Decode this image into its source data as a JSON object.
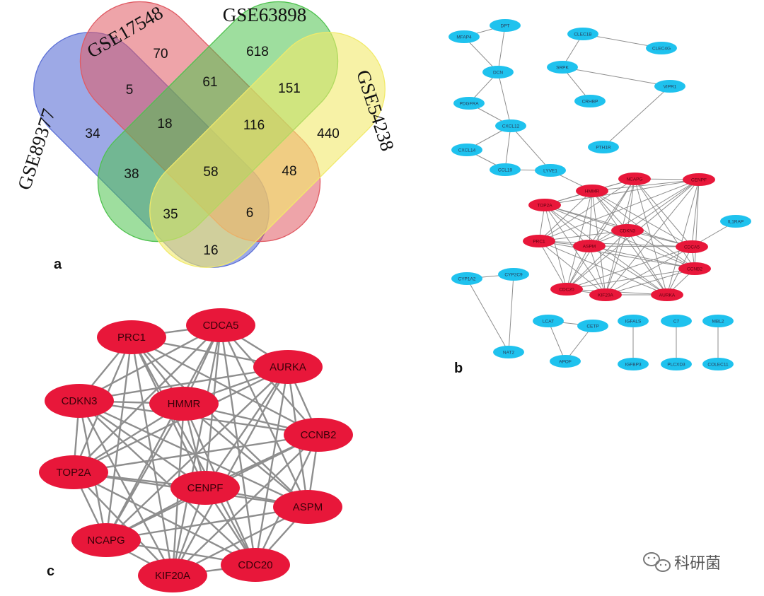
{
  "venn": {
    "panel_label": "a",
    "sets": [
      {
        "name": "GSE89377",
        "color": "#5b6fd6"
      },
      {
        "name": "GSE17548",
        "color": "#e05a63"
      },
      {
        "name": "GSE63898",
        "color": "#4fc24f"
      },
      {
        "name": "GSE54238",
        "color": "#f1ea6a"
      }
    ],
    "regions": [
      {
        "sets": [
          "GSE17548"
        ],
        "count": 70
      },
      {
        "sets": [
          "GSE63898"
        ],
        "count": 618
      },
      {
        "sets": [
          "GSE89377",
          "GSE17548"
        ],
        "count": 5
      },
      {
        "sets": [
          "GSE17548",
          "GSE63898"
        ],
        "count": 61
      },
      {
        "sets": [
          "GSE63898",
          "GSE54238"
        ],
        "count": 151
      },
      {
        "sets": [
          "GSE89377"
        ],
        "count": 34
      },
      {
        "sets": [
          "GSE89377",
          "GSE17548",
          "GSE63898"
        ],
        "count": 18
      },
      {
        "sets": [
          "GSE17548",
          "GSE63898",
          "GSE54238"
        ],
        "count": 116
      },
      {
        "sets": [
          "GSE54238"
        ],
        "count": 440
      },
      {
        "sets": [
          "GSE89377",
          "GSE63898"
        ],
        "count": 38
      },
      {
        "sets": [
          "GSE89377",
          "GSE17548",
          "GSE63898",
          "GSE54238"
        ],
        "count": 58
      },
      {
        "sets": [
          "GSE17548",
          "GSE54238"
        ],
        "count": 48
      },
      {
        "sets": [
          "GSE89377",
          "GSE63898",
          "GSE54238"
        ],
        "count": 35
      },
      {
        "sets": [
          "GSE89377",
          "GSE17548",
          "GSE54238"
        ],
        "count": 6
      },
      {
        "sets": [
          "GSE89377",
          "GSE54238"
        ],
        "count": 16
      }
    ]
  },
  "network_b": {
    "panel_label": "b",
    "colors": {
      "hub": "#e8173a",
      "other": "#1fc2ee",
      "edge": "#8e8e8e"
    },
    "nodes": [
      {
        "id": "DPT",
        "type": "other"
      },
      {
        "id": "MFAP4",
        "type": "other"
      },
      {
        "id": "DCN",
        "type": "other"
      },
      {
        "id": "PDGFRA",
        "type": "other"
      },
      {
        "id": "CXCL12",
        "type": "other"
      },
      {
        "id": "CXCL14",
        "type": "other"
      },
      {
        "id": "CCL19",
        "type": "other"
      },
      {
        "id": "LYVE1",
        "type": "other"
      },
      {
        "id": "CLEC1B",
        "type": "other"
      },
      {
        "id": "CLEC4G",
        "type": "other"
      },
      {
        "id": "SRPK",
        "type": "other"
      },
      {
        "id": "CRHBP",
        "type": "other"
      },
      {
        "id": "VIPR1",
        "type": "other"
      },
      {
        "id": "PTH1R",
        "type": "other"
      },
      {
        "id": "IL1RAP",
        "type": "other"
      },
      {
        "id": "CYP1A2",
        "type": "other"
      },
      {
        "id": "CYP2C9",
        "type": "other"
      },
      {
        "id": "NAT2",
        "type": "other"
      },
      {
        "id": "LCAT",
        "type": "other"
      },
      {
        "id": "CETP",
        "type": "other"
      },
      {
        "id": "APOF",
        "type": "other"
      },
      {
        "id": "IGFALS",
        "type": "other"
      },
      {
        "id": "IGFBP3",
        "type": "other"
      },
      {
        "id": "C7",
        "type": "other"
      },
      {
        "id": "PLCXD3",
        "type": "other"
      },
      {
        "id": "MBL2",
        "type": "other"
      },
      {
        "id": "COLEC11",
        "type": "other"
      },
      {
        "id": "HMMR",
        "type": "hub"
      },
      {
        "id": "NCAPG",
        "type": "hub"
      },
      {
        "id": "CENPF",
        "type": "hub"
      },
      {
        "id": "TOP2A",
        "type": "hub"
      },
      {
        "id": "CDKN3",
        "type": "hub"
      },
      {
        "id": "PRC1",
        "type": "hub"
      },
      {
        "id": "ASPM",
        "type": "hub"
      },
      {
        "id": "CDCA5",
        "type": "hub"
      },
      {
        "id": "CCNB2",
        "type": "hub"
      },
      {
        "id": "CDC20",
        "type": "hub"
      },
      {
        "id": "KIF20A",
        "type": "hub"
      },
      {
        "id": "AURKA",
        "type": "hub"
      }
    ]
  },
  "network_c": {
    "panel_label": "c",
    "nodes": [
      "PRC1",
      "CDCA5",
      "AURKA",
      "CDKN3",
      "HMMR",
      "CCNB2",
      "TOP2A",
      "CENPF",
      "ASPM",
      "NCAPG",
      "CDC20",
      "KIF20A"
    ]
  },
  "watermark": {
    "text": "科研菌"
  }
}
